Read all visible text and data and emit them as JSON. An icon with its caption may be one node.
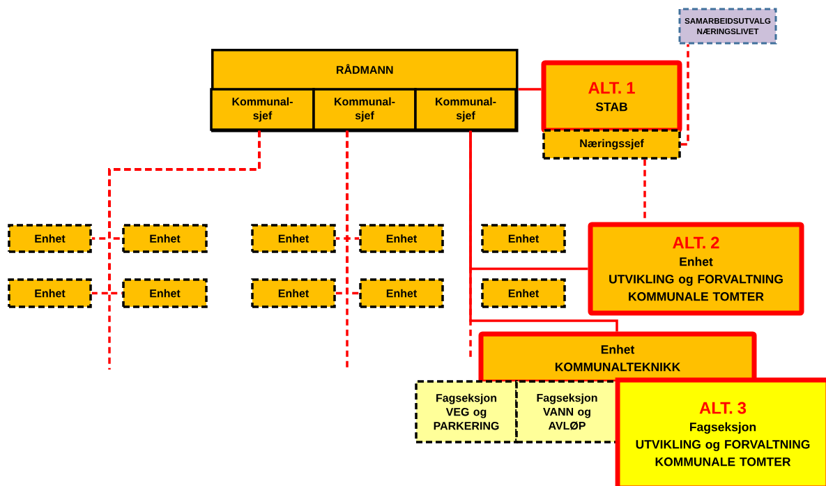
{
  "diagram": {
    "nodes": [
      {
        "text": [
          "RÅDMANN"
        ]
      },
      {
        "text": [
          "Kommunal- sjef"
        ],
        "in": 0
      },
      {
        "text": [
          "Kommunal- sjef"
        ],
        "in": 0
      },
      {
        "text": [
          "Kommunal- sjef"
        ],
        "in": 0
      },
      {
        "text": [
          "ALT. 1",
          "STAB"
        ]
      },
      {
        "text": [
          "Næringssjef"
        ]
      },
      {
        "text": [
          "SAMARBEIDSUTVALG NÆRINGSLIVET"
        ]
      },
      {
        "text": [
          "Enhet"
        ]
      },
      {
        "text": [
          "Enhet"
        ]
      },
      {
        "text": [
          "Enhet"
        ]
      },
      {
        "text": [
          "Enhet"
        ]
      },
      {
        "text": [
          "Enhet"
        ]
      },
      {
        "text": [
          "ALT. 2",
          "Enhet",
          "UTVIKLING og FORVALTNING KOMMUNALE TOMTER"
        ]
      },
      {
        "text": [
          "Enhet"
        ]
      },
      {
        "text": [
          "Enhet"
        ]
      },
      {
        "text": [
          "Enhet"
        ]
      },
      {
        "text": [
          "Enhet"
        ]
      },
      {
        "text": [
          "Enhet"
        ]
      },
      {
        "text": [
          "Enhet",
          "KOMMUNALTEKNIKK"
        ]
      },
      {
        "text": [
          "Fagseksjon VEG og PARKERING"
        ]
      },
      {
        "text": [
          "Fagseksjon VANN og AVLØP"
        ]
      },
      {
        "text": [
          "ALT. 3",
          "Fagseksjon",
          "UTVIKLING og FORVALTNING KOMMUNALE TOMTER"
        ]
      }
    ],
    "edges": [
      {
        "from": 0,
        "to": 4,
        "arrow": "none"
      },
      {
        "from": 5,
        "to": 6,
        "arrow": "none",
        "style": "dashed"
      },
      {
        "from": 5,
        "to": 12,
        "arrow": "none",
        "style": "dashed"
      },
      {
        "from": 1,
        "to": 7,
        "arrow": "none",
        "style": "dashed"
      },
      {
        "from": 1,
        "to": 8,
        "arrow": "none",
        "style": "dashed"
      },
      {
        "from": 1,
        "to": 13,
        "arrow": "none",
        "style": "dashed"
      },
      {
        "from": 1,
        "to": 14,
        "arrow": "none",
        "style": "dashed"
      },
      {
        "from": 1,
        "to": null,
        "arrow": "none",
        "style": "dashed"
      },
      {
        "from": 2,
        "to": 9,
        "arrow": "none",
        "style": "dashed"
      },
      {
        "from": 2,
        "to": 10,
        "arrow": "none",
        "style": "dashed"
      },
      {
        "from": 2,
        "to": 15,
        "arrow": "none",
        "style": "dashed"
      },
      {
        "from": 2,
        "to": 16,
        "arrow": "none",
        "style": "dashed"
      },
      {
        "from": 2,
        "to": null,
        "arrow": "none",
        "style": "dashed"
      },
      {
        "from": 3,
        "to": 12,
        "arrow": "none"
      },
      {
        "from": 3,
        "to": 18,
        "arrow": "none"
      },
      {
        "from": 3,
        "to": null,
        "arrow": "none",
        "style": "dashed"
      }
    ]
  }
}
